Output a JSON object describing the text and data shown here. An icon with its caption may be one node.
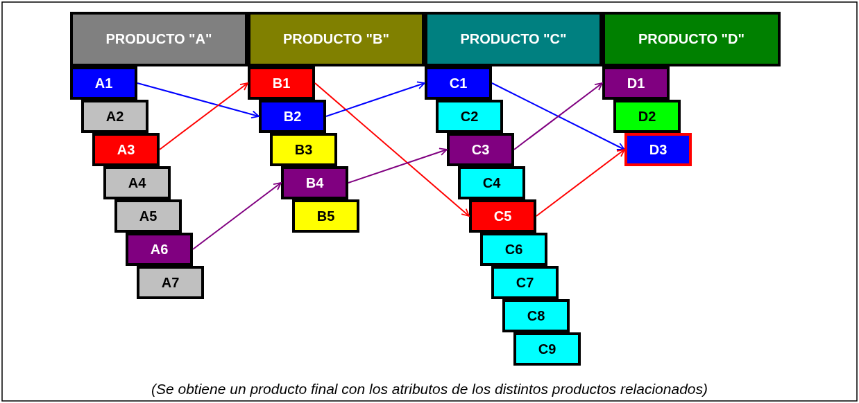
{
  "diagram": {
    "caption": "(Se obtiene un producto final con los atributos de los distintos productos relacionados)",
    "nodes": [
      {
        "text": [
          "PRODUCTO \"A\""
        ]
      },
      {
        "text": [
          "PRODUCTO \"B\""
        ]
      },
      {
        "text": [
          "PRODUCTO \"C\""
        ]
      },
      {
        "text": [
          "PRODUCTO \"D\""
        ]
      },
      {
        "text": [
          "A1"
        ]
      },
      {
        "text": [
          "A2"
        ]
      },
      {
        "text": [
          "A3"
        ]
      },
      {
        "text": [
          "A4"
        ]
      },
      {
        "text": [
          "A5"
        ]
      },
      {
        "text": [
          "A6"
        ]
      },
      {
        "text": [
          "A7"
        ]
      },
      {
        "text": [
          "B1"
        ]
      },
      {
        "text": [
          "B2"
        ]
      },
      {
        "text": [
          "B3"
        ]
      },
      {
        "text": [
          "B4"
        ]
      },
      {
        "text": [
          "B5"
        ]
      },
      {
        "text": [
          "C1"
        ]
      },
      {
        "text": [
          "C2"
        ]
      },
      {
        "text": [
          "C3"
        ]
      },
      {
        "text": [
          "C4"
        ]
      },
      {
        "text": [
          "C5"
        ]
      },
      {
        "text": [
          "C6"
        ]
      },
      {
        "text": [
          "C7"
        ]
      },
      {
        "text": [
          "C8"
        ]
      },
      {
        "text": [
          "C9"
        ]
      },
      {
        "text": [
          "D1"
        ]
      },
      {
        "text": [
          "D2"
        ]
      },
      {
        "text": [
          "D3"
        ]
      }
    ],
    "edges": [
      {
        "from": 4,
        "to": 12,
        "arrow": "to",
        "color": "#0000ff"
      },
      {
        "from": 6,
        "to": 11,
        "arrow": "to",
        "color": "#ff0000"
      },
      {
        "from": 9,
        "to": 14,
        "arrow": "to",
        "color": "#800080"
      },
      {
        "from": 11,
        "to": 20,
        "arrow": "to",
        "color": "#ff0000"
      },
      {
        "from": 12,
        "to": 16,
        "arrow": "to",
        "color": "#0000ff"
      },
      {
        "from": 14,
        "to": 18,
        "arrow": "to",
        "color": "#800080"
      },
      {
        "from": 16,
        "to": 27,
        "arrow": "to",
        "color": "#0000ff"
      },
      {
        "from": 18,
        "to": 25,
        "arrow": "to",
        "color": "#800080"
      },
      {
        "from": 20,
        "to": 27,
        "arrow": "to",
        "color": "#ff0000"
      }
    ]
  }
}
